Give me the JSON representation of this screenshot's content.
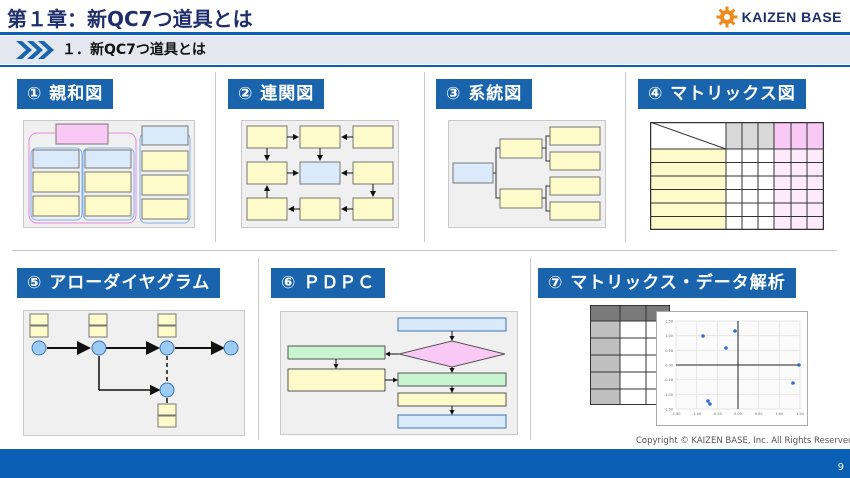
{
  "header": {
    "title": "第１章：新QC7つ道具とは",
    "logo_text": "KAIZEN BASE",
    "subtitle": "１．新QC7つ道具とは"
  },
  "tools": [
    {
      "label": "① 親和図"
    },
    {
      "label": "② 連関図"
    },
    {
      "label": "③ 系統図"
    },
    {
      "label": "④ マトリックス図"
    },
    {
      "label": "⑤ アローダイヤグラム"
    },
    {
      "label": "⑥ ＰＤＰＣ"
    },
    {
      "label": "⑦ マトリックス・データ解析"
    }
  ],
  "scatter_ticks": {
    "y": [
      "1.50",
      "1.00",
      "0.50",
      "0.00",
      "-0.50",
      "-1.00",
      "-1.50"
    ],
    "x": [
      "-1.50",
      "-1.00",
      "-0.50",
      "0.00",
      "0.50",
      "1.00",
      "1.50"
    ]
  },
  "footer": {
    "copyright": "Copyright ©  KAIZEN BASE, Inc.  All Rights Reserved.",
    "page_number": "9"
  },
  "colors": {
    "brand_blue": "#1a64ad",
    "navy": "#1f2f6b",
    "note_yellow": "#fdfbc9",
    "card_blue": "#dbeafa",
    "accent_pink": "#f9c8f4",
    "accent_green": "#c8f5cf",
    "logo_orange": "#f08a1c"
  }
}
